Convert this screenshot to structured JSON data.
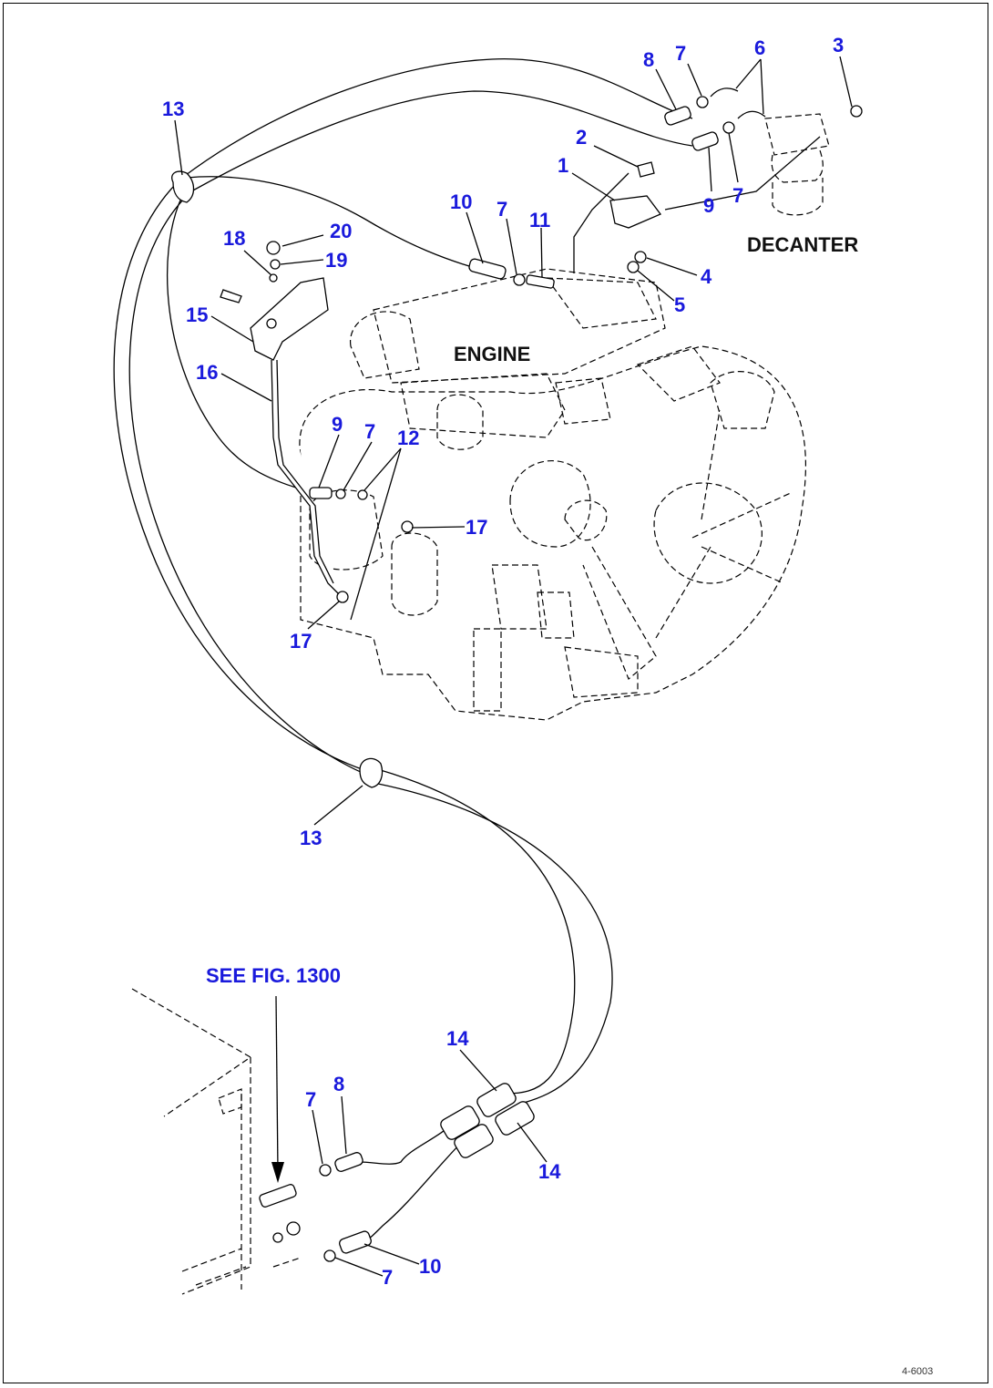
{
  "labels": {
    "decanter": "DECANTER",
    "engine": "ENGINE",
    "see_fig": "SEE FIG. 1300",
    "drawing_code": "4-6003"
  },
  "callouts": [
    {
      "id": "c8a",
      "text": "8"
    },
    {
      "id": "c7a",
      "text": "7"
    },
    {
      "id": "c6",
      "text": "6"
    },
    {
      "id": "c3",
      "text": "3"
    },
    {
      "id": "c13a",
      "text": "13"
    },
    {
      "id": "c2",
      "text": "2"
    },
    {
      "id": "c1",
      "text": "1"
    },
    {
      "id": "c9a",
      "text": "9"
    },
    {
      "id": "c7b",
      "text": "7"
    },
    {
      "id": "c10a",
      "text": "10"
    },
    {
      "id": "c7c",
      "text": "7"
    },
    {
      "id": "c11",
      "text": "11"
    },
    {
      "id": "c20",
      "text": "20"
    },
    {
      "id": "c18",
      "text": "18"
    },
    {
      "id": "c19",
      "text": "19"
    },
    {
      "id": "c4",
      "text": "4"
    },
    {
      "id": "c5",
      "text": "5"
    },
    {
      "id": "c15",
      "text": "15"
    },
    {
      "id": "c16",
      "text": "16"
    },
    {
      "id": "c9b",
      "text": "9"
    },
    {
      "id": "c7d",
      "text": "7"
    },
    {
      "id": "c12",
      "text": "12"
    },
    {
      "id": "c17a",
      "text": "17"
    },
    {
      "id": "c17b",
      "text": "17"
    },
    {
      "id": "c13b",
      "text": "13"
    },
    {
      "id": "c14a",
      "text": "14"
    },
    {
      "id": "c7e",
      "text": "7"
    },
    {
      "id": "c8b",
      "text": "8"
    },
    {
      "id": "c14b",
      "text": "14"
    },
    {
      "id": "c10b",
      "text": "10"
    },
    {
      "id": "c7f",
      "text": "7"
    }
  ]
}
